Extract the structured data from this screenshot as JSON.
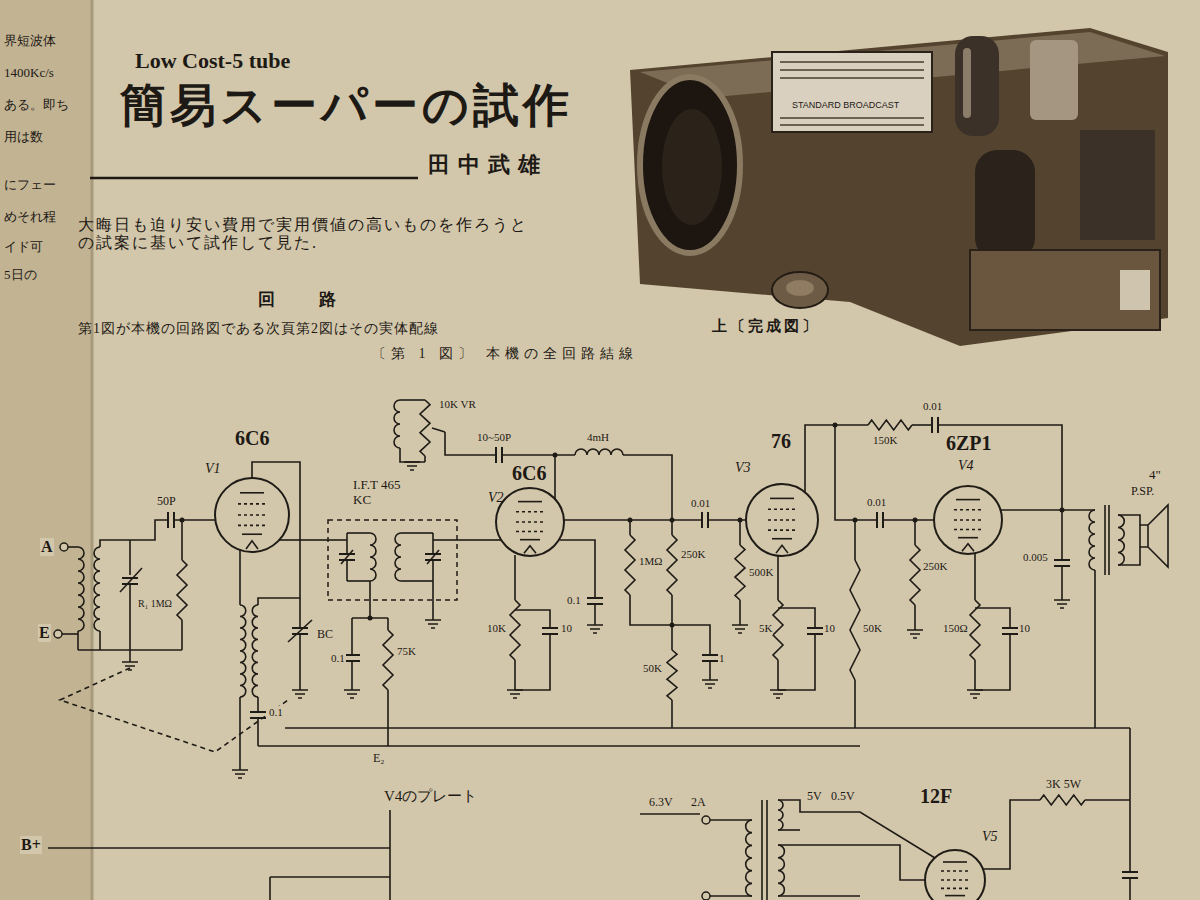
{
  "diagram": {
    "title": "簡易スーパーの試作",
    "caption": "〔第 1 図〕 本機の全回路結線",
    "nodes": [
      {
        "text": [
          "6C6",
          "V1"
        ]
      },
      {
        "text": [
          "I.F.T 465KC"
        ]
      },
      {
        "text": [
          "6C6",
          "V2"
        ]
      },
      {
        "text": [
          "76",
          "V3"
        ]
      },
      {
        "text": [
          "6ZP1",
          "V4"
        ]
      },
      {
        "text": [
          "12F",
          "V5"
        ]
      }
    ],
    "edges": [
      {
        "from": 0,
        "to": 1,
        "arrow": "none"
      },
      {
        "from": 1,
        "to": 2,
        "arrow": "none"
      }
    ],
    "labels": [
      "Low Cost-5 tube",
      "田中武雄",
      "大晦日も迫り安い費用で実用價値の高いものを作ろうと の試案に基いて試作して見た.",
      "回 路",
      "第1図が本機の回路図である次頁第2図はその実体配線",
      "上〔完成図〕",
      "STANDARD BROADCAST",
      "界短波体",
      "1400Kc/s",
      "ある。即ち",
      "用は数",
      "にフェー",
      "めそれ程",
      "イド可",
      "5日の",
      "A",
      "E",
      "50P",
      "R₁ 1MΩ",
      "BC",
      "0.1",
      "0.1",
      "75K",
      "E₂",
      "10K VR",
      "10~50P",
      "4mH",
      "0.01",
      "0.1",
      "1MΩ",
      "250K",
      "500K",
      "10K",
      "10",
      "50K",
      "1",
      "5K",
      "10",
      "150K",
      "0.01",
      "0.01",
      "50K",
      "250K",
      "150Ω",
      "10",
      "0.005",
      "4\"",
      "P.SP.",
      "V4のプレート",
      "B+",
      "6.3V",
      "2A",
      "5V",
      "0.5V",
      "3K 5W"
    ]
  }
}
